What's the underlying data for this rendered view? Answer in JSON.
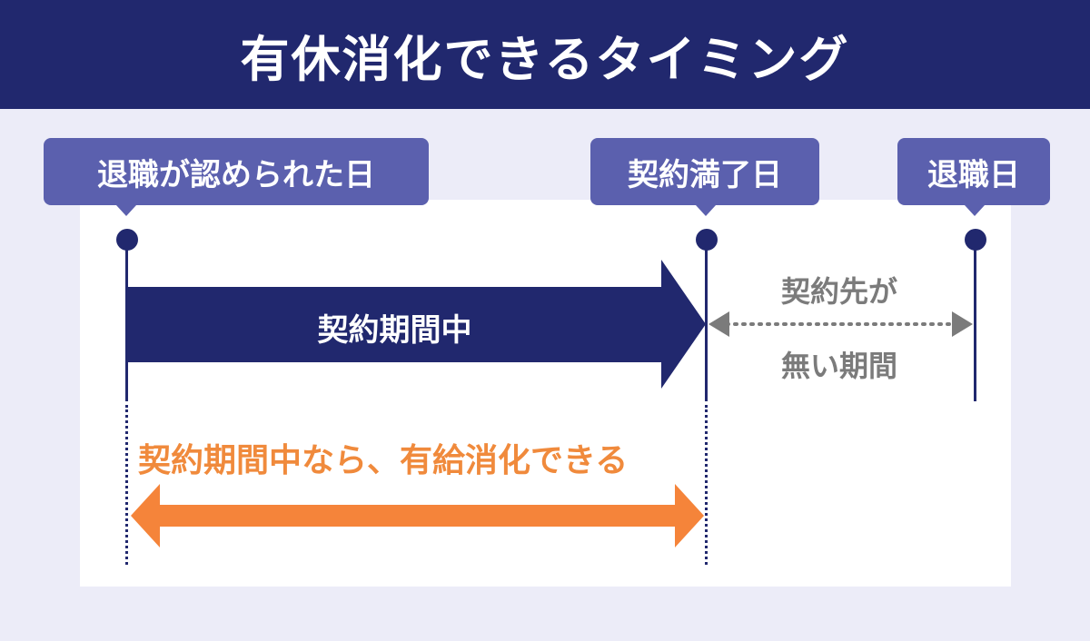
{
  "title": "有休消化できるタイミング",
  "labels": {
    "resignation_approved": "退職が認められた日",
    "contract_end": "契約満了日",
    "resignation_day": "退職日"
  },
  "contract_period": "契約期間中",
  "no_contract_period": {
    "line1": "契約先が",
    "line2": "無い期間"
  },
  "paid_leave_note": "契約期間中なら、有給消化できる",
  "colors": {
    "navy": "#21286e",
    "label_purple": "#5b60ae",
    "orange": "#f5843a",
    "gray": "#7b7b7b",
    "background": "#ececf8"
  }
}
